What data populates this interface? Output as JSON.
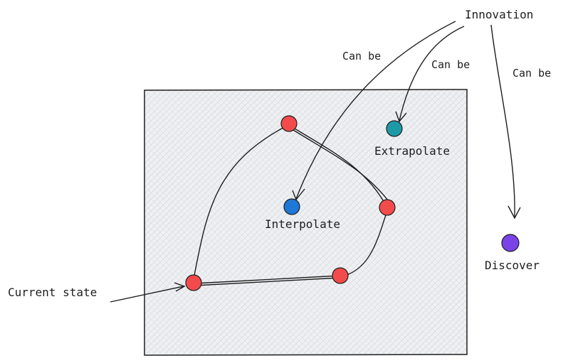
{
  "labels": {
    "innovation": "Innovation",
    "can_be_1": "Can be",
    "can_be_2": "Can be",
    "can_be_3": "Can be",
    "extrapolate": "Extrapolate",
    "interpolate": "Interpolate",
    "discover": "Discover",
    "current_state": "Current state"
  },
  "colors": {
    "known_point": "#f24b4b",
    "interpolate": "#1f78d8",
    "extrapolate": "#1d9aa6",
    "discover": "#7a43e8",
    "stroke": "#1e1e1e",
    "area_fill": "#e9ecef"
  }
}
